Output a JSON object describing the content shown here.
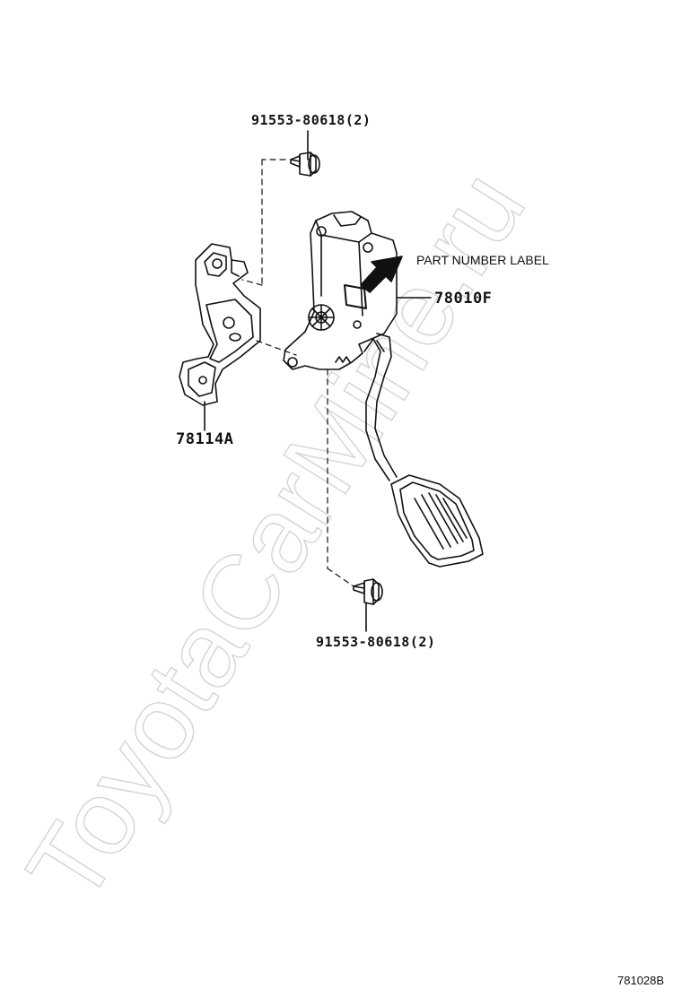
{
  "watermark": "ToyotaCarMine.ru",
  "callouts": {
    "bolt_top": "91553-80618(2)",
    "bolt_bottom": "91553-80618(2)",
    "pedal_assembly": "78010F",
    "bracket": "78114A",
    "label_note": "PART NUMBER LABEL"
  },
  "figure_number": "781028B"
}
